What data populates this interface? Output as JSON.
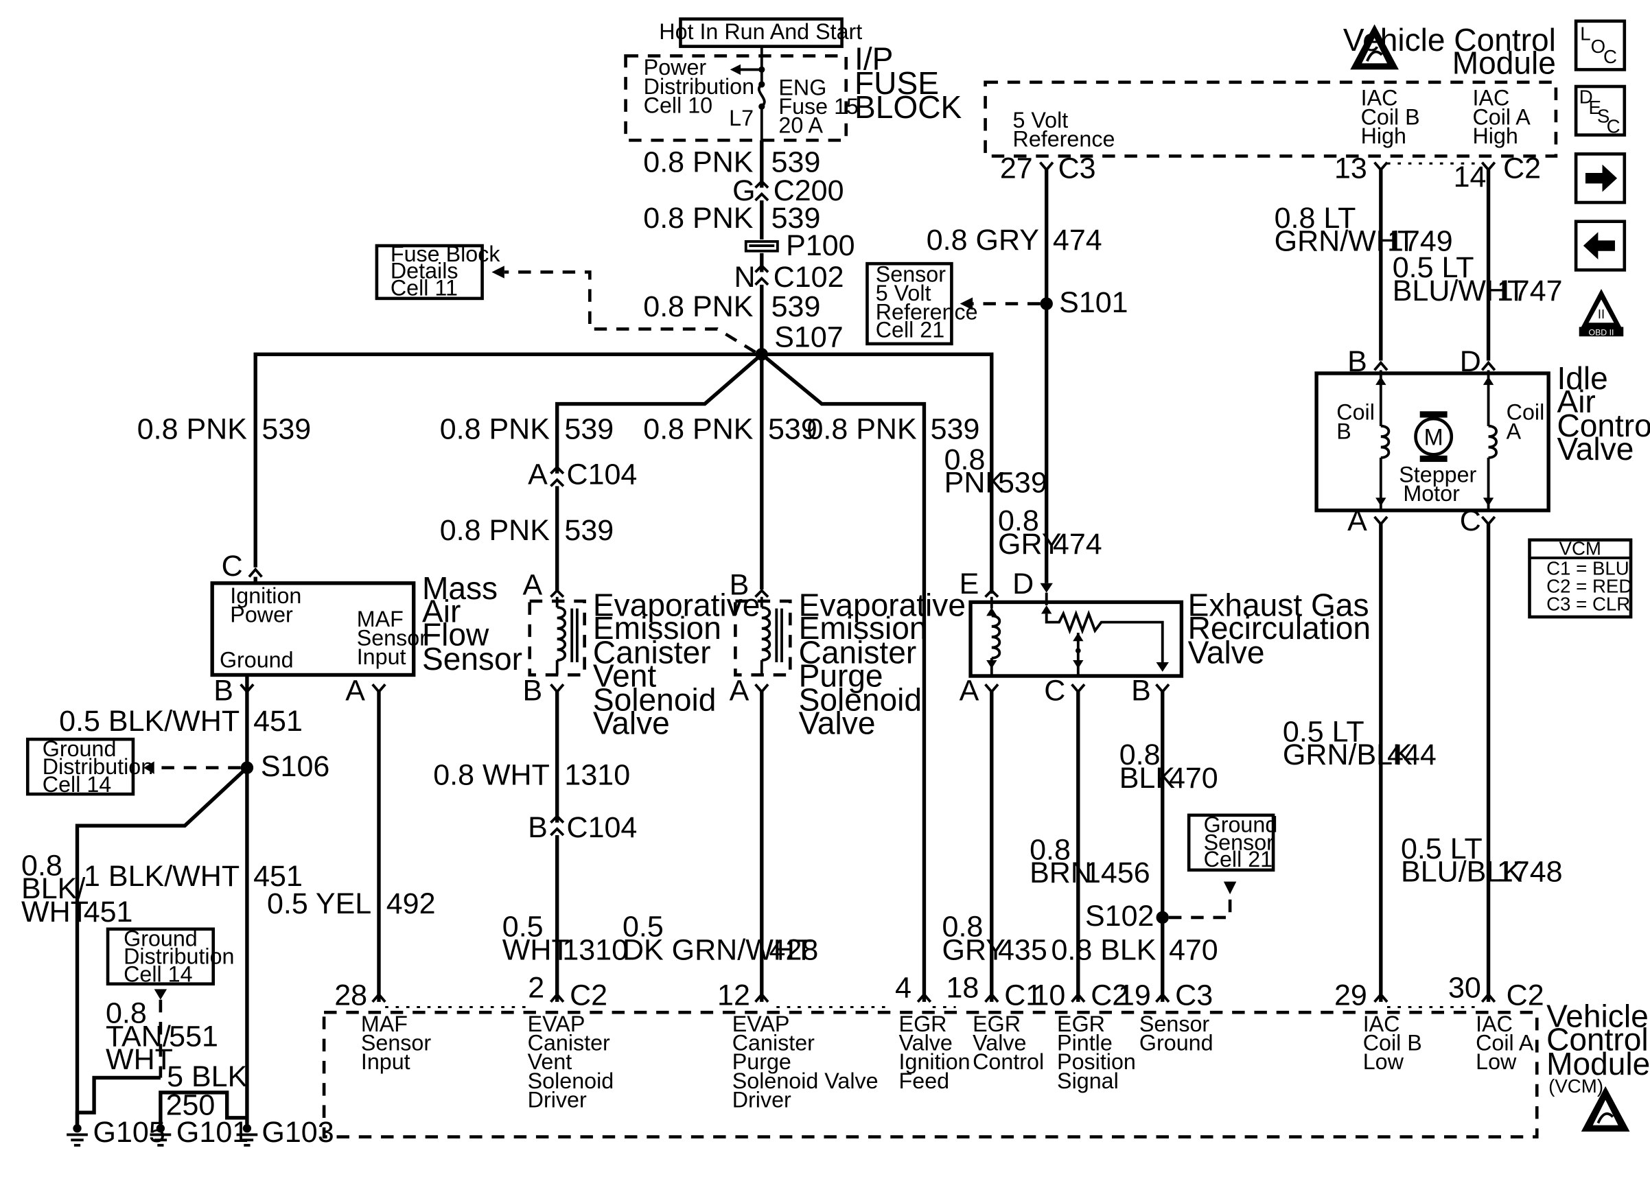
{
  "header": {
    "hot_in": "Hot In Run And Start",
    "vcm_title_1": "Vehicle Control",
    "vcm_title_2": "Module",
    "ip_1": "I/P",
    "ip_2": "FUSE",
    "ip_3": "BLOCK"
  },
  "fuse_block": {
    "pd_1": "Power",
    "pd_2": "Distribution",
    "pd_3": "Cell 10",
    "eng_1": "ENG",
    "eng_2": "Fuse 15",
    "eng_3": "20 A",
    "l7": "L7"
  },
  "refs": {
    "fuse_details": [
      "Fuse Block",
      "Details",
      "Cell 11"
    ],
    "sensor_5v": [
      "Sensor",
      "5 Volt",
      "Reference",
      "Cell 21"
    ],
    "ground_dist_1": [
      "Ground",
      "Distribution",
      "Cell 14"
    ],
    "ground_dist_2": [
      "Ground",
      "Distribution",
      "Cell 14"
    ],
    "ground_sensor": [
      "Ground",
      "Sensor",
      "Cell 21"
    ]
  },
  "top_main": {
    "w1_gauge": "0.8 PNK",
    "w1_circ": "539",
    "c200_g": "G",
    "c200": "C200",
    "w2_gauge": "0.8 PNK",
    "w2_circ": "539",
    "p100": "P100",
    "c102_n": "N",
    "c102": "C102",
    "w3_gauge": "0.8 PNK",
    "w3_circ": "539",
    "s107": "S107"
  },
  "branches": {
    "maf_gauge": "0.8 PNK",
    "maf_circ": "539",
    "vent_gauge": "0.8 PNK",
    "vent_circ": "539",
    "vent_c104_a": "A",
    "vent_c104": "C104",
    "vent_gauge2": "0.8 PNK",
    "vent_circ2": "539",
    "purge_gauge": "0.8 PNK",
    "purge_circ": "539",
    "egrfeed_gauge": "0.8 PNK",
    "egrfeed_circ": "539",
    "egr_e_gauge_1": "0.8",
    "egr_e_gauge_2": "PNK",
    "egr_e_circ": "539"
  },
  "vcm_top": {
    "ref5v_1": "5 Volt",
    "ref5v_2": "Reference",
    "iacb_1": "IAC",
    "iacb_2": "Coil B",
    "iacb_3": "High",
    "iaca_1": "IAC",
    "iaca_2": "Coil A",
    "iaca_3": "High",
    "pin27": "27",
    "c3": "C3",
    "pin13": "13",
    "pin14": "14",
    "c2": "C2"
  },
  "gry_474": {
    "gauge": "0.8 GRY",
    "circ": "474",
    "s101": "S101",
    "gauge2_1": "0.8",
    "gauge2_2": "GRY",
    "circ2": "474"
  },
  "iac": {
    "w1749_1": "0.8 LT",
    "w1749_2": "GRN/WHT",
    "c1749": "1749",
    "w1747_1": "0.5 LT",
    "w1747_2": "BLU/WHT",
    "c1747": "1747",
    "pin_b": "B",
    "pin_d": "D",
    "pin_a": "A",
    "pin_c": "C",
    "coil_b_1": "Coil",
    "coil_b_2": "B",
    "coil_a_1": "Coil",
    "coil_a_2": "A",
    "motor_m": "M",
    "motor_1": "Stepper",
    "motor_2": "Motor",
    "title_1": "Idle",
    "title_2": "Air",
    "title_3": "Control",
    "title_4": "Valve",
    "w444_1": "0.5 LT",
    "w444_2": "GRN/BLK",
    "c444": "444",
    "w1748_1": "0.5 LT",
    "w1748_2": "BLU/BLK",
    "c1748": "1748"
  },
  "legend": {
    "title": "VCM",
    "l1": "C1 = BLU",
    "l2": "C2 = RED",
    "l3": "C3 = CLR"
  },
  "side_icons": {
    "loc_l": "L",
    "loc_oc": "O C",
    "desc_d": "D",
    "desc_esc": "E S C",
    "obd": "OBD II",
    "obd_ii": "II"
  },
  "maf": {
    "pin_c": "C",
    "ign_1": "Ignition",
    "ign_2": "Power",
    "sig_1": "MAF",
    "sig_2": "Sensor",
    "sig_3": "Input",
    "gnd": "Ground",
    "title_1": "Mass",
    "title_2": "Air",
    "title_3": "Flow",
    "title_4": "Sensor",
    "pin_b": "B",
    "pin_a": "A",
    "w451": "0.5 BLK/WHT",
    "c451": "451",
    "s106": "S106",
    "w451b_1": "0.8",
    "w451b_2": "BLK/",
    "w451b_3": "WHT",
    "c451b": "451",
    "w451c": "1 BLK/WHT",
    "c451c": "451",
    "w492": "0.5 YEL",
    "c492": "492",
    "w551_1": "0.8",
    "w551_2": "TAN/",
    "w551_3": "WHT",
    "c551": "551",
    "w250": "5 BLK",
    "c250": "250",
    "g105": "G105",
    "g101": "G101",
    "g103": "G103"
  },
  "vent": {
    "pin_a": "A",
    "pin_b": "B",
    "title": [
      "Evaporative",
      "Emission",
      "Canister",
      "Vent",
      "Solenoid",
      "Valve"
    ],
    "w1310": "0.8 WHT",
    "c1310": "1310",
    "c104_b": "B",
    "c104": "C104",
    "w1310b_1": "0.5",
    "w1310b_2": "WHT",
    "c1310b": "1310"
  },
  "purge": {
    "pin_b": "B",
    "pin_a": "A",
    "title": [
      "Evaporative",
      "Emission",
      "Canister",
      "Purge",
      "Solenoid",
      "Valve"
    ],
    "w428_1": "0.5",
    "w428_2": "DK GRN/WHT",
    "c428": "428"
  },
  "egr": {
    "pin_e": "E",
    "pin_d": "D",
    "pin_a": "A",
    "pin_c": "C",
    "pin_b": "B",
    "title": [
      "Exhaust Gas",
      "Recirculation",
      "Valve"
    ],
    "w470_1": "0.8",
    "w470_2": "BLK",
    "c470": "470",
    "w1456_1": "0.8",
    "w1456_2": "BRN",
    "c1456": "1456",
    "s102": "S102",
    "w470b": "0.8 BLK",
    "c470b": "470",
    "w435_1": "0.8",
    "w435_2": "GRY",
    "c435": "435"
  },
  "vcm_bottom": {
    "p28": "28",
    "p2": "2",
    "c2a": "C2",
    "p12": "12",
    "p4": "4",
    "p18": "18",
    "c1": "C1",
    "p10": "10",
    "c2b": "C2",
    "p19": "19",
    "c3": "C3",
    "p29": "29",
    "p30": "30",
    "c2c": "C2",
    "l_maf": [
      "MAF",
      "Sensor",
      "Input"
    ],
    "l_vent": [
      "EVAP",
      "Canister",
      "Vent",
      "Solenoid",
      "Driver"
    ],
    "l_purge": [
      "EVAP",
      "Canister",
      "Purge",
      "Solenoid Valve",
      "Driver"
    ],
    "l_egrfeed": [
      "EGR",
      "Valve",
      "Ignition",
      "Feed"
    ],
    "l_egrctl": [
      "EGR",
      "Valve",
      "Control"
    ],
    "l_pintle": [
      "EGR",
      "Pintle",
      "Position",
      "Signal"
    ],
    "l_sgnd": [
      "Sensor",
      "Ground"
    ],
    "l_iacb": [
      "IAC",
      "Coil B",
      "Low"
    ],
    "l_iaca": [
      "IAC",
      "Coil A",
      "Low"
    ],
    "title_1": "Vehicle",
    "title_2": "Control",
    "title_3": "Module",
    "title_4": "(VCM)"
  }
}
